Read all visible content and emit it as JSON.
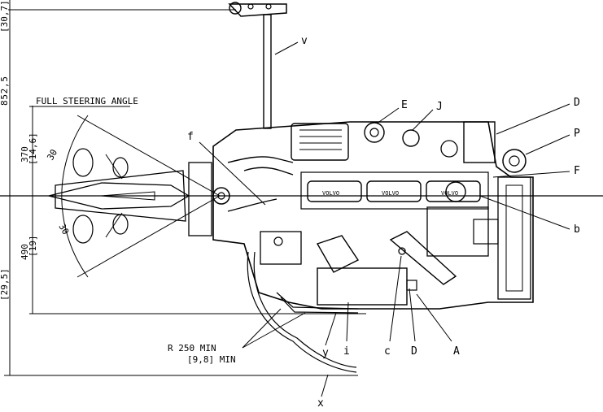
{
  "labels": {
    "v": "v",
    "E": "E",
    "J": "J",
    "D_top": "D",
    "P": "P",
    "F": "F",
    "f": "f",
    "b": "b",
    "c": "c",
    "D_bottom": "D",
    "A": "A",
    "y": "y",
    "i": "i",
    "x": "x"
  },
  "dimensions": {
    "full_steering_angle": "FULL STEERING ANGLE",
    "angle_top": "30",
    "angle_bottom": "30",
    "dim_370": "370",
    "dim_370_in": "[14,6]",
    "dim_490": "490",
    "dim_490_in": "[19]",
    "radius_mm": "R  250 MIN",
    "radius_in": "[9,8]  MIN",
    "left_top_in": "[30,7]",
    "left_mid_cut": "852,5",
    "left_bottom_in": "[29,5]"
  },
  "engine_marks": {
    "cyl1": "VOLVO",
    "cyl2": "VOLVO",
    "cyl3": "VOLVO"
  }
}
